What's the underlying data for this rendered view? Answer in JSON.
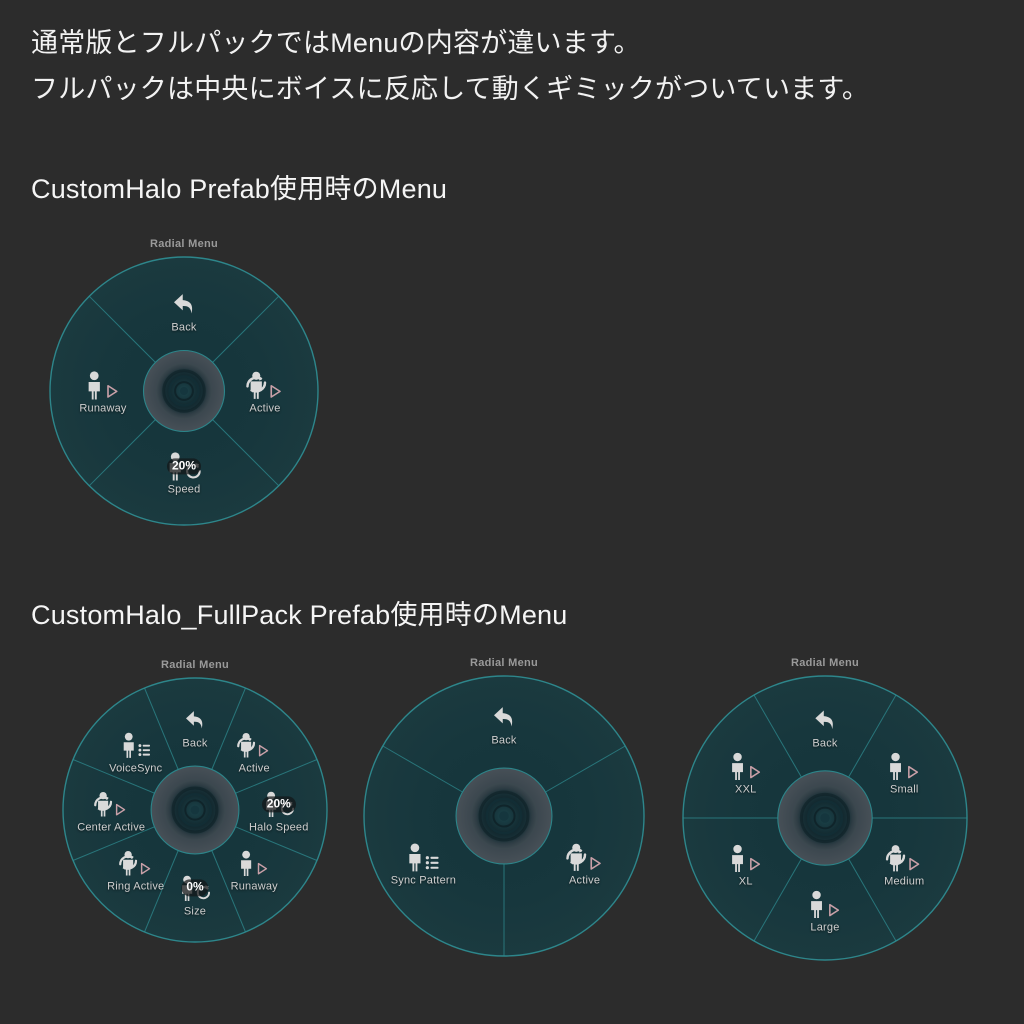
{
  "intro": {
    "line1": "通常版とフルパックではMenuの内容が違います。",
    "line2": "フルパックは中央にボイスに反応して動くギミックがついています。"
  },
  "sections": [
    {
      "heading": "CustomHalo Prefab使用時のMenu"
    },
    {
      "heading": "CustomHalo_FullPack Prefab使用時のMenu"
    }
  ],
  "menus": [
    {
      "id": "normal",
      "title": "Radial Menu",
      "segments": 4,
      "items": [
        {
          "label": "Back",
          "icon": "back-arrow-icon",
          "angle": 0,
          "badge": null
        },
        {
          "label": "Active",
          "icon": "person-toggle-play-icon",
          "angle": 90,
          "badge": null
        },
        {
          "label": "Speed",
          "icon": "person-radial-refresh-icon",
          "angle": 180,
          "badge": "20%"
        },
        {
          "label": "Runaway",
          "icon": "person-play-icon",
          "angle": 270,
          "badge": null
        }
      ]
    },
    {
      "id": "fullpack-main",
      "title": "Radial Menu",
      "segments": 8,
      "items": [
        {
          "label": "Back",
          "icon": "back-arrow-icon",
          "angle": 0,
          "badge": null
        },
        {
          "label": "Active",
          "icon": "person-toggle-play-icon",
          "angle": 45,
          "badge": null
        },
        {
          "label": "Halo Speed",
          "icon": "person-radial-refresh-icon",
          "angle": 90,
          "badge": "20%"
        },
        {
          "label": "Runaway",
          "icon": "person-play-icon",
          "angle": 135,
          "badge": null
        },
        {
          "label": "Size",
          "icon": "person-radial-refresh-icon",
          "angle": 180,
          "badge": "0%"
        },
        {
          "label": "Ring Active",
          "icon": "person-toggle-play-icon",
          "angle": 225,
          "badge": null
        },
        {
          "label": "Center Active",
          "icon": "person-toggle-play-icon",
          "angle": 270,
          "badge": null
        },
        {
          "label": "VoiceSync",
          "icon": "person-list-icon",
          "angle": 315,
          "badge": null
        }
      ]
    },
    {
      "id": "fullpack-sync",
      "title": "Radial Menu",
      "segments": 3,
      "items": [
        {
          "label": "Back",
          "icon": "back-arrow-icon",
          "angle": 0,
          "badge": null
        },
        {
          "label": "Active",
          "icon": "person-toggle-play-icon",
          "angle": 120,
          "badge": null
        },
        {
          "label": "Sync Pattern",
          "icon": "person-list-icon",
          "angle": 240,
          "badge": null
        }
      ]
    },
    {
      "id": "fullpack-size",
      "title": "Radial Menu",
      "segments": 6,
      "items": [
        {
          "label": "Back",
          "icon": "back-arrow-icon",
          "angle": 0,
          "badge": null
        },
        {
          "label": "Small",
          "icon": "person-play-icon",
          "angle": 60,
          "badge": null
        },
        {
          "label": "Medium",
          "icon": "person-toggle-play-icon",
          "angle": 120,
          "badge": null
        },
        {
          "label": "Large",
          "icon": "person-play-icon",
          "angle": 180,
          "badge": null
        },
        {
          "label": "XL",
          "icon": "person-play-icon",
          "angle": 240,
          "badge": null
        },
        {
          "label": "XXL",
          "icon": "person-play-icon",
          "angle": 300,
          "badge": null
        }
      ]
    }
  ],
  "colors": {
    "background": "#2c2c2c",
    "wheel_rim": "#2e8a8f",
    "wheel_fill_outer": "#1b3b40",
    "wheel_fill_inner": "#15363c",
    "hub_outer": "#4a5259",
    "hub_inner": "#14272c",
    "text_primary": "#f2f2f2",
    "label_text": "#cfcfcf",
    "title_text": "#9a9a9a",
    "icon": "#d9d9d9",
    "play_tint": "#c9a0a8"
  }
}
